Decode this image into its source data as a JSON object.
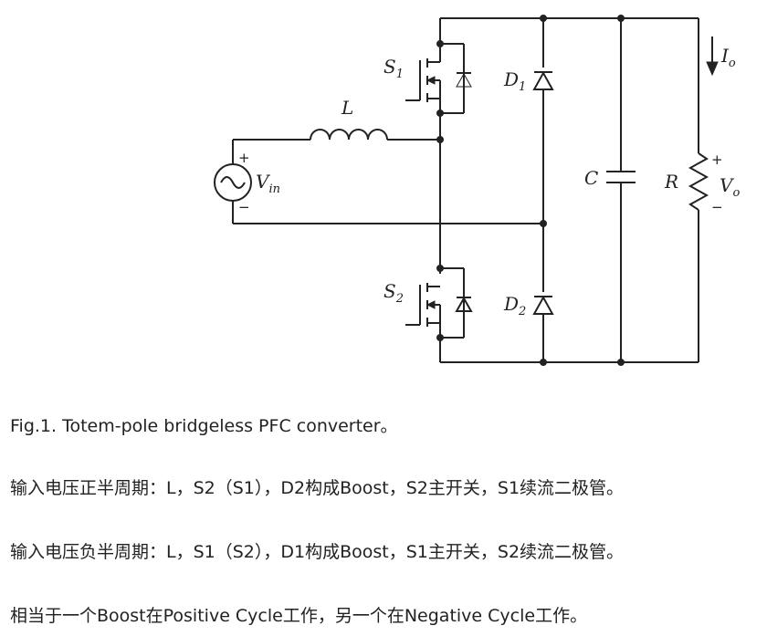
{
  "diagram": {
    "labels": {
      "s1": "S",
      "s1_sub": "1",
      "s2": "S",
      "s2_sub": "2",
      "d1": "D",
      "d1_sub": "1",
      "d2": "D",
      "d2_sub": "2",
      "inductor": "L",
      "capacitor": "C",
      "resistor": "R",
      "vin": "V",
      "vin_sub": "in",
      "vo": "V",
      "vo_sub": "o",
      "io": "I",
      "io_sub": "o",
      "plus": "+",
      "minus": "−"
    }
  },
  "caption": "Fig.1. Totem-pole bridgeless PFC converter。",
  "notes": [
    "输入电压正半周期：L，S2（S1），D2构成Boost，S2主开关，S1续流二极管。",
    "输入电压负半周期：L，S1（S2），D1构成Boost，S1主开关，S2续流二极管。",
    "相当于一个Boost在Positive Cycle工作，另一个在Negative Cycle工作。"
  ]
}
